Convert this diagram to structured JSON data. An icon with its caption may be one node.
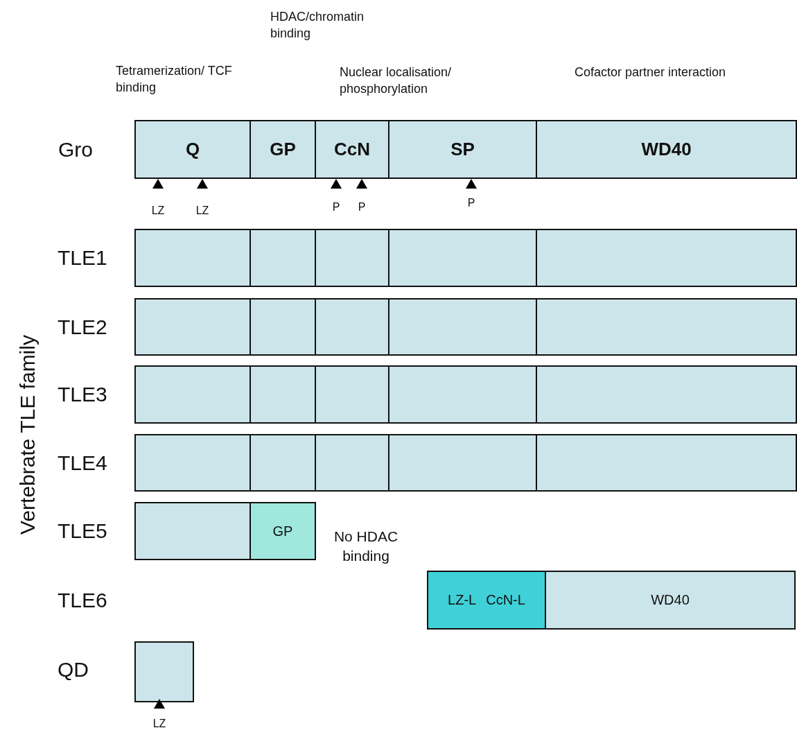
{
  "diagram": {
    "nodes": [
      {
        "text": [
          "Q"
        ]
      },
      {
        "text": [
          "GP"
        ]
      },
      {
        "text": [
          "CcN"
        ]
      },
      {
        "text": [
          "SP"
        ]
      },
      {
        "text": [
          "WD40"
        ]
      },
      {
        "text": [],
        "shape": "box"
      },
      {
        "text": [],
        "shape": "box"
      },
      {
        "text": [],
        "shape": "box"
      },
      {
        "text": [],
        "shape": "box"
      },
      {
        "text": [],
        "shape": "box"
      },
      {
        "text": [],
        "shape": "box"
      },
      {
        "text": [],
        "shape": "box"
      },
      {
        "text": [],
        "shape": "box"
      },
      {
        "text": [],
        "shape": "box"
      },
      {
        "text": [],
        "shape": "box"
      },
      {
        "text": [],
        "shape": "box"
      },
      {
        "text": [],
        "shape": "box"
      },
      {
        "text": [],
        "shape": "box"
      },
      {
        "text": [],
        "shape": "box"
      },
      {
        "text": [],
        "shape": "box"
      },
      {
        "text": [],
        "shape": "box"
      },
      {
        "text": [],
        "shape": "box"
      },
      {
        "text": [],
        "shape": "box"
      },
      {
        "text": [],
        "shape": "box"
      },
      {
        "text": [],
        "shape": "box"
      },
      {
        "text": [],
        "shape": "box"
      },
      {
        "text": [
          "GP"
        ]
      },
      {
        "text": [
          "LZ-L",
          "CcN-L"
        ]
      },
      {
        "text": [
          "WD40"
        ]
      },
      {
        "text": [],
        "shape": "box"
      }
    ],
    "labels": [
      "HDAC/chromatin binding",
      "Tetramerization/ TCF binding",
      "Nuclear localisation/ phosphorylation",
      "Cofactor partner interaction",
      "Gro",
      "LZ",
      "LZ",
      "P",
      "P",
      "P",
      "TLE1",
      "TLE2",
      "TLE3",
      "TLE4",
      "Vertebrate TLE family",
      "TLE5",
      "No HDAC binding",
      "TLE6",
      "QD",
      "LZ"
    ]
  }
}
